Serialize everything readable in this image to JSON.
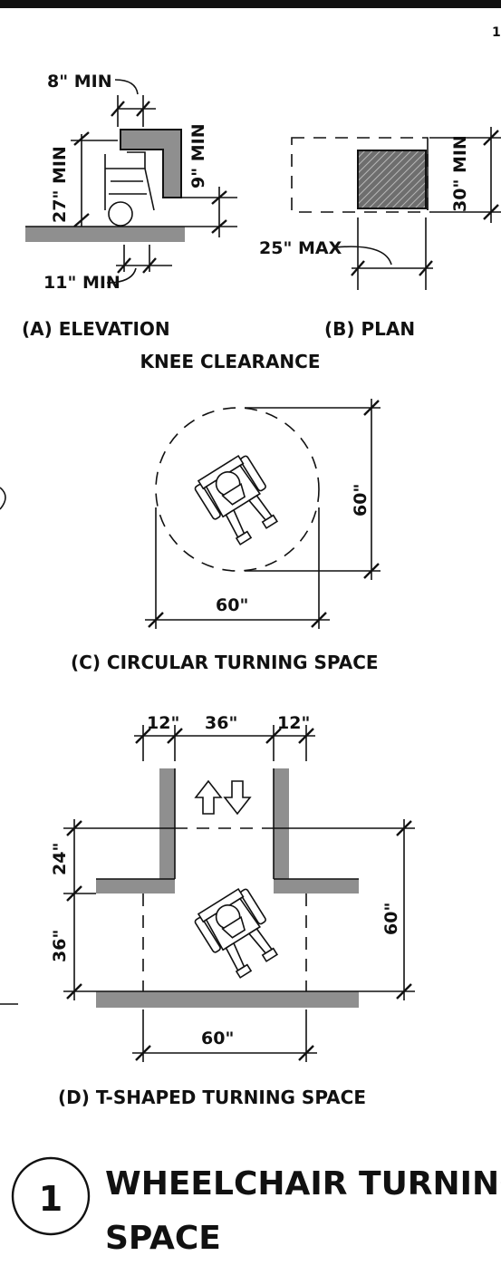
{
  "sheet": {
    "page_corner_mark": "1",
    "detail_number": "1",
    "title_line1": "WHEELCHAIR TURNING",
    "title_line2": "SPACE"
  },
  "knee_clearance": {
    "heading": "KNEE CLEARANCE",
    "elevation": {
      "caption": "(A) ELEVATION",
      "dim_top": "8\" MIN",
      "dim_height": "27\" MIN",
      "dim_toe": "9\" MIN",
      "dim_bottom": "11\" MIN"
    },
    "plan": {
      "caption": "(B) PLAN",
      "dim_depth": "30\" MIN",
      "dim_width": "25\" MAX"
    }
  },
  "circular_turning": {
    "caption": "(C) CIRCULAR TURNING SPACE",
    "dim_vertical": "60\"",
    "dim_horizontal": "60\""
  },
  "t_turning": {
    "caption": "(D) T-SHAPED TURNING SPACE",
    "dim_left_wall": "12\"",
    "dim_center": "36\"",
    "dim_right_wall": "12\"",
    "dim_upper": "24\"",
    "dim_lower": "36\"",
    "dim_total_height": "60\"",
    "dim_width": "60\""
  },
  "colors": {
    "wall_fill": "#8f8f8f",
    "line": "#111111"
  },
  "icons": [
    "wheelchair-icon",
    "direction-arrows-icon",
    "detail-circle-icon"
  ]
}
